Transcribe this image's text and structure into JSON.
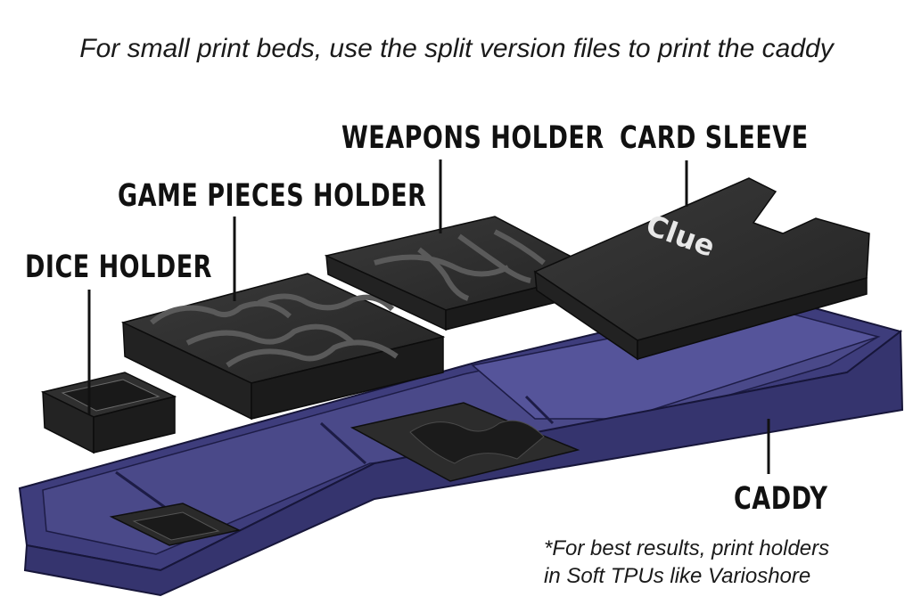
{
  "headline": "For small print beds, use the split version files to print the caddy",
  "labels": {
    "dice_holder": "DICE HOLDER",
    "game_pieces_holder": "GAME PIECES HOLDER",
    "weapons_holder": "WEAPONS HOLDER",
    "card_sleeve": "CARD SLEEVE",
    "caddy": "CADDY"
  },
  "note": {
    "line1": "*For best results, print holders",
    "line2": "in Soft TPUs like Varioshore"
  },
  "logo_text": "Clue",
  "colors": {
    "caddy": "#3b3a78",
    "holder": "#2b2b2b",
    "label": "#111111"
  }
}
